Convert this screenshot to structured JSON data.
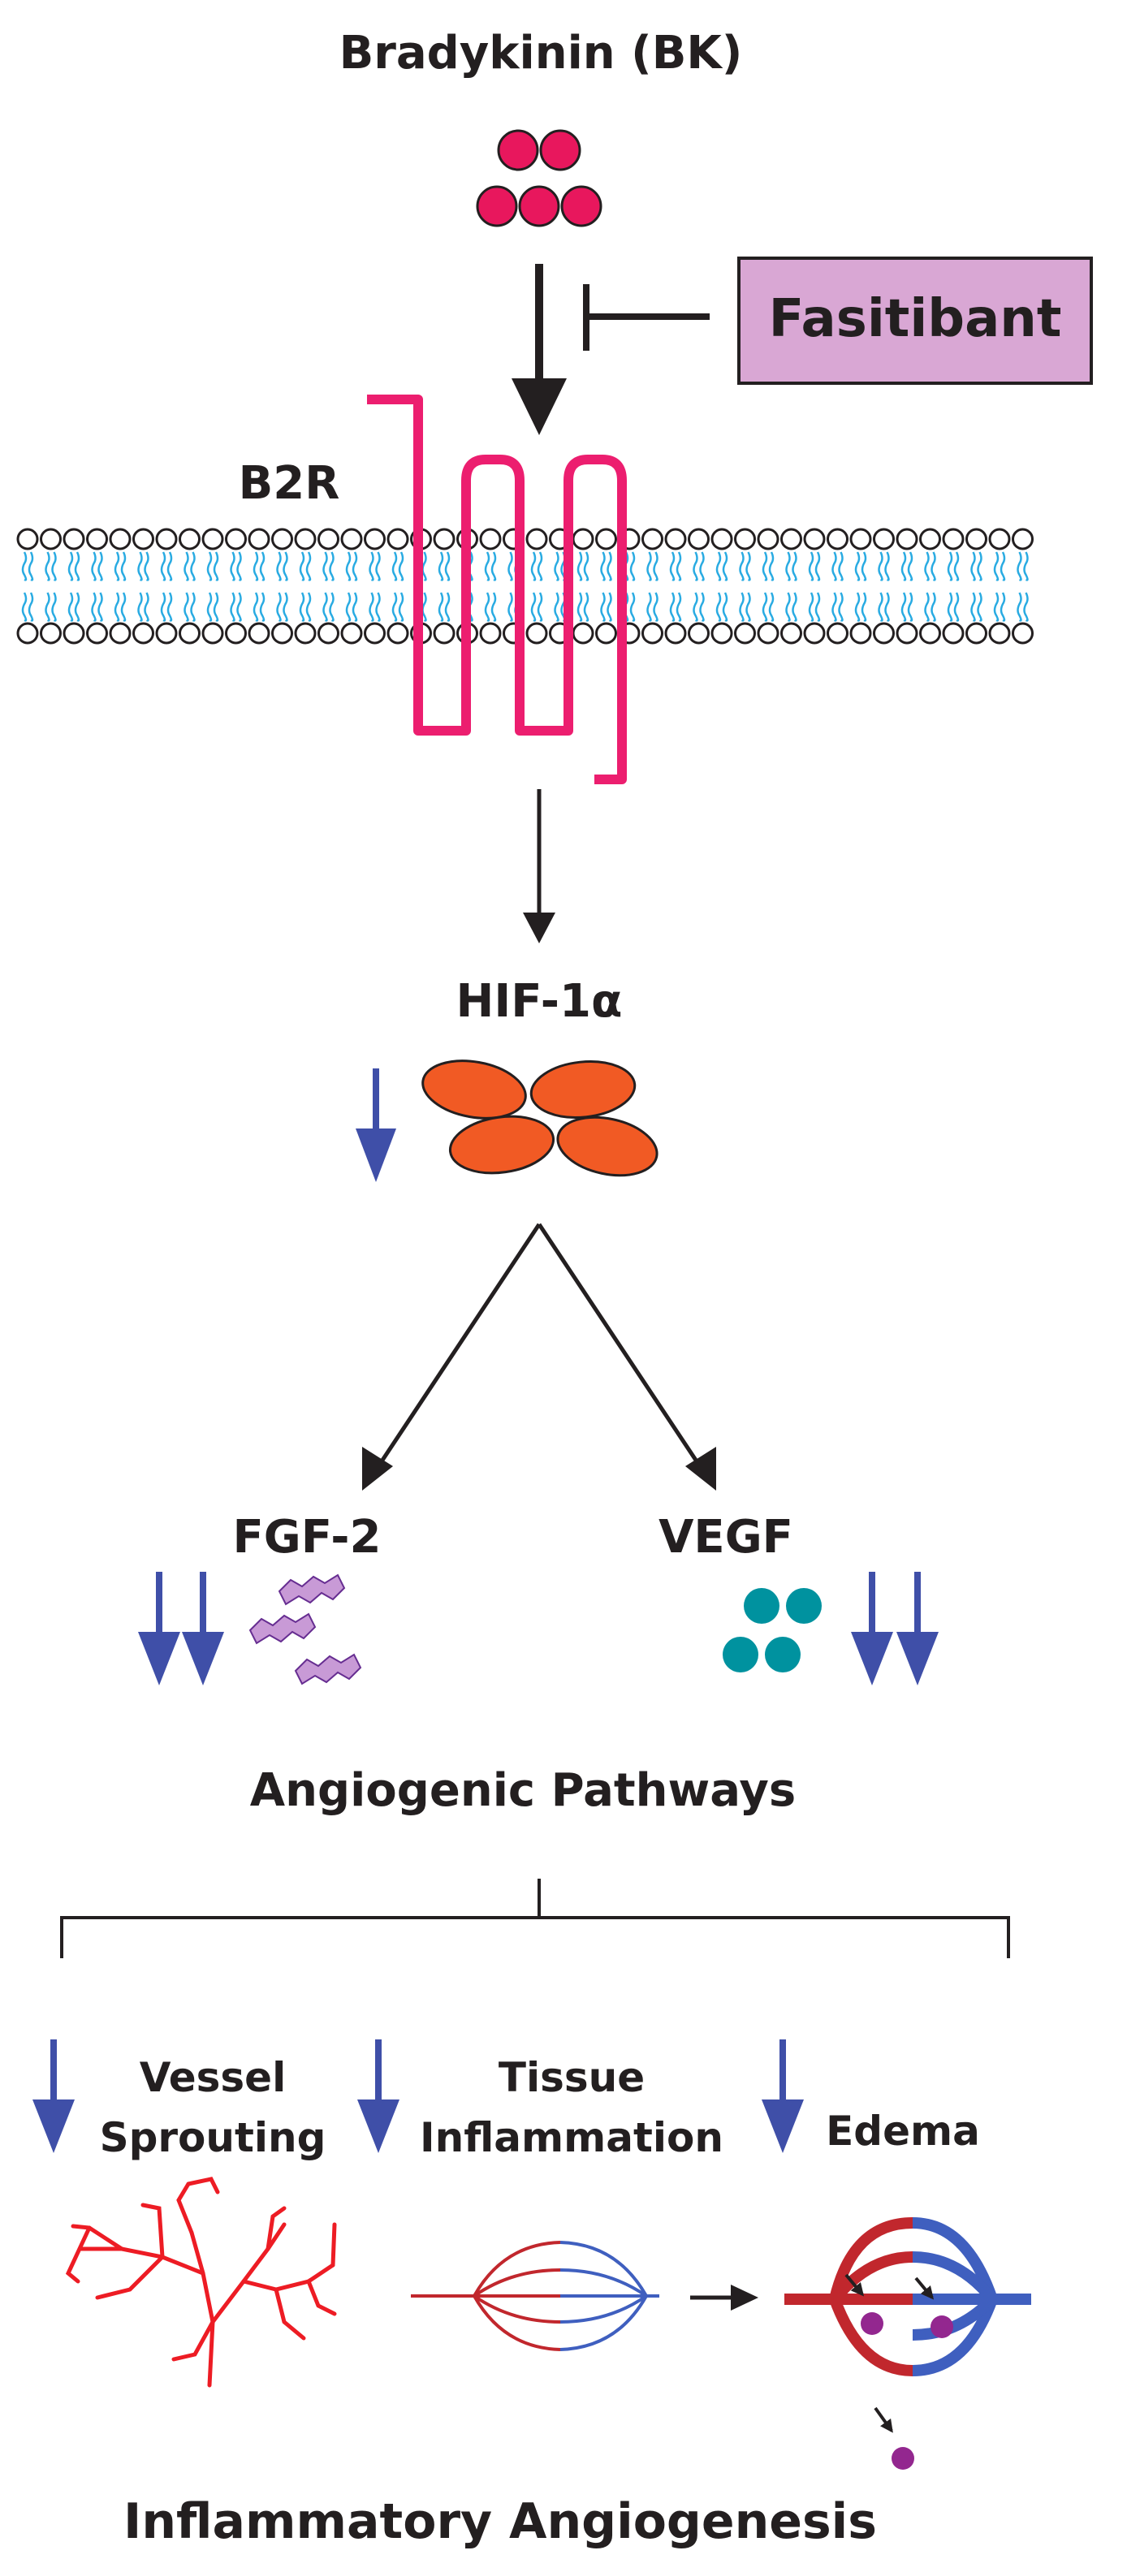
{
  "diagram": {
    "title_top": "Bradykinin (BK)",
    "inhibitor": "Fasitibant",
    "receptor": "B2R",
    "transcription_factor": "HIF-1α",
    "growth_factor_left": "FGF-2",
    "growth_factor_right": "VEGF",
    "pathways": "Angiogenic Pathways",
    "outcome1_line1": "Vessel",
    "outcome1_line2": "Sprouting",
    "outcome2_line1": "Tissue",
    "outcome2_line2": "Inflammation",
    "outcome3": "Edema",
    "title_bottom": "Inflammatory Angiogenesis"
  },
  "colors": {
    "bradykinin": "#e8175d",
    "receptor": "#ec1e6f",
    "inhibitor_box": "#d9a7d4",
    "lipid_tail": "#29abe2",
    "hif": "#f15a24",
    "fgf": "#c89ad6",
    "vegf": "#00929f",
    "down_arrow": "#3f4fa8",
    "artery": "#c1272d",
    "vein": "#3f5fbf",
    "particle": "#93278f",
    "text": "#231f20"
  },
  "icons": [
    "down-arrow-icon",
    "inhibition-bar-icon",
    "cell-membrane-icon",
    "vessel-tree-icon",
    "vessel-loop-icon"
  ]
}
